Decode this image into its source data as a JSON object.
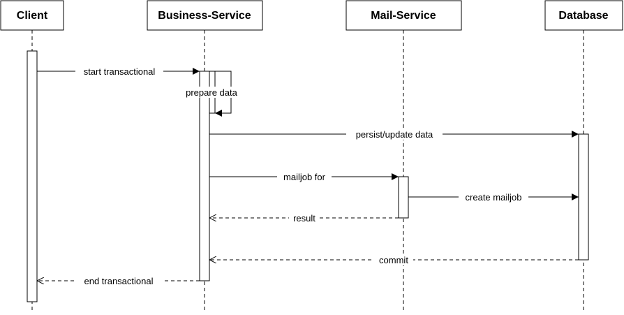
{
  "actors": {
    "client": "Client",
    "business": "Business-Service",
    "mail": "Mail-Service",
    "database": "Database"
  },
  "messages": {
    "start_transactional": "start transactional",
    "prepare_data": "prepare data",
    "persist_update": "persist/update data",
    "mailjob_for": "mailjob for",
    "create_mailjob": "create mailjob",
    "result": "result",
    "commit": "commit",
    "end_transactional": "end transactional"
  }
}
